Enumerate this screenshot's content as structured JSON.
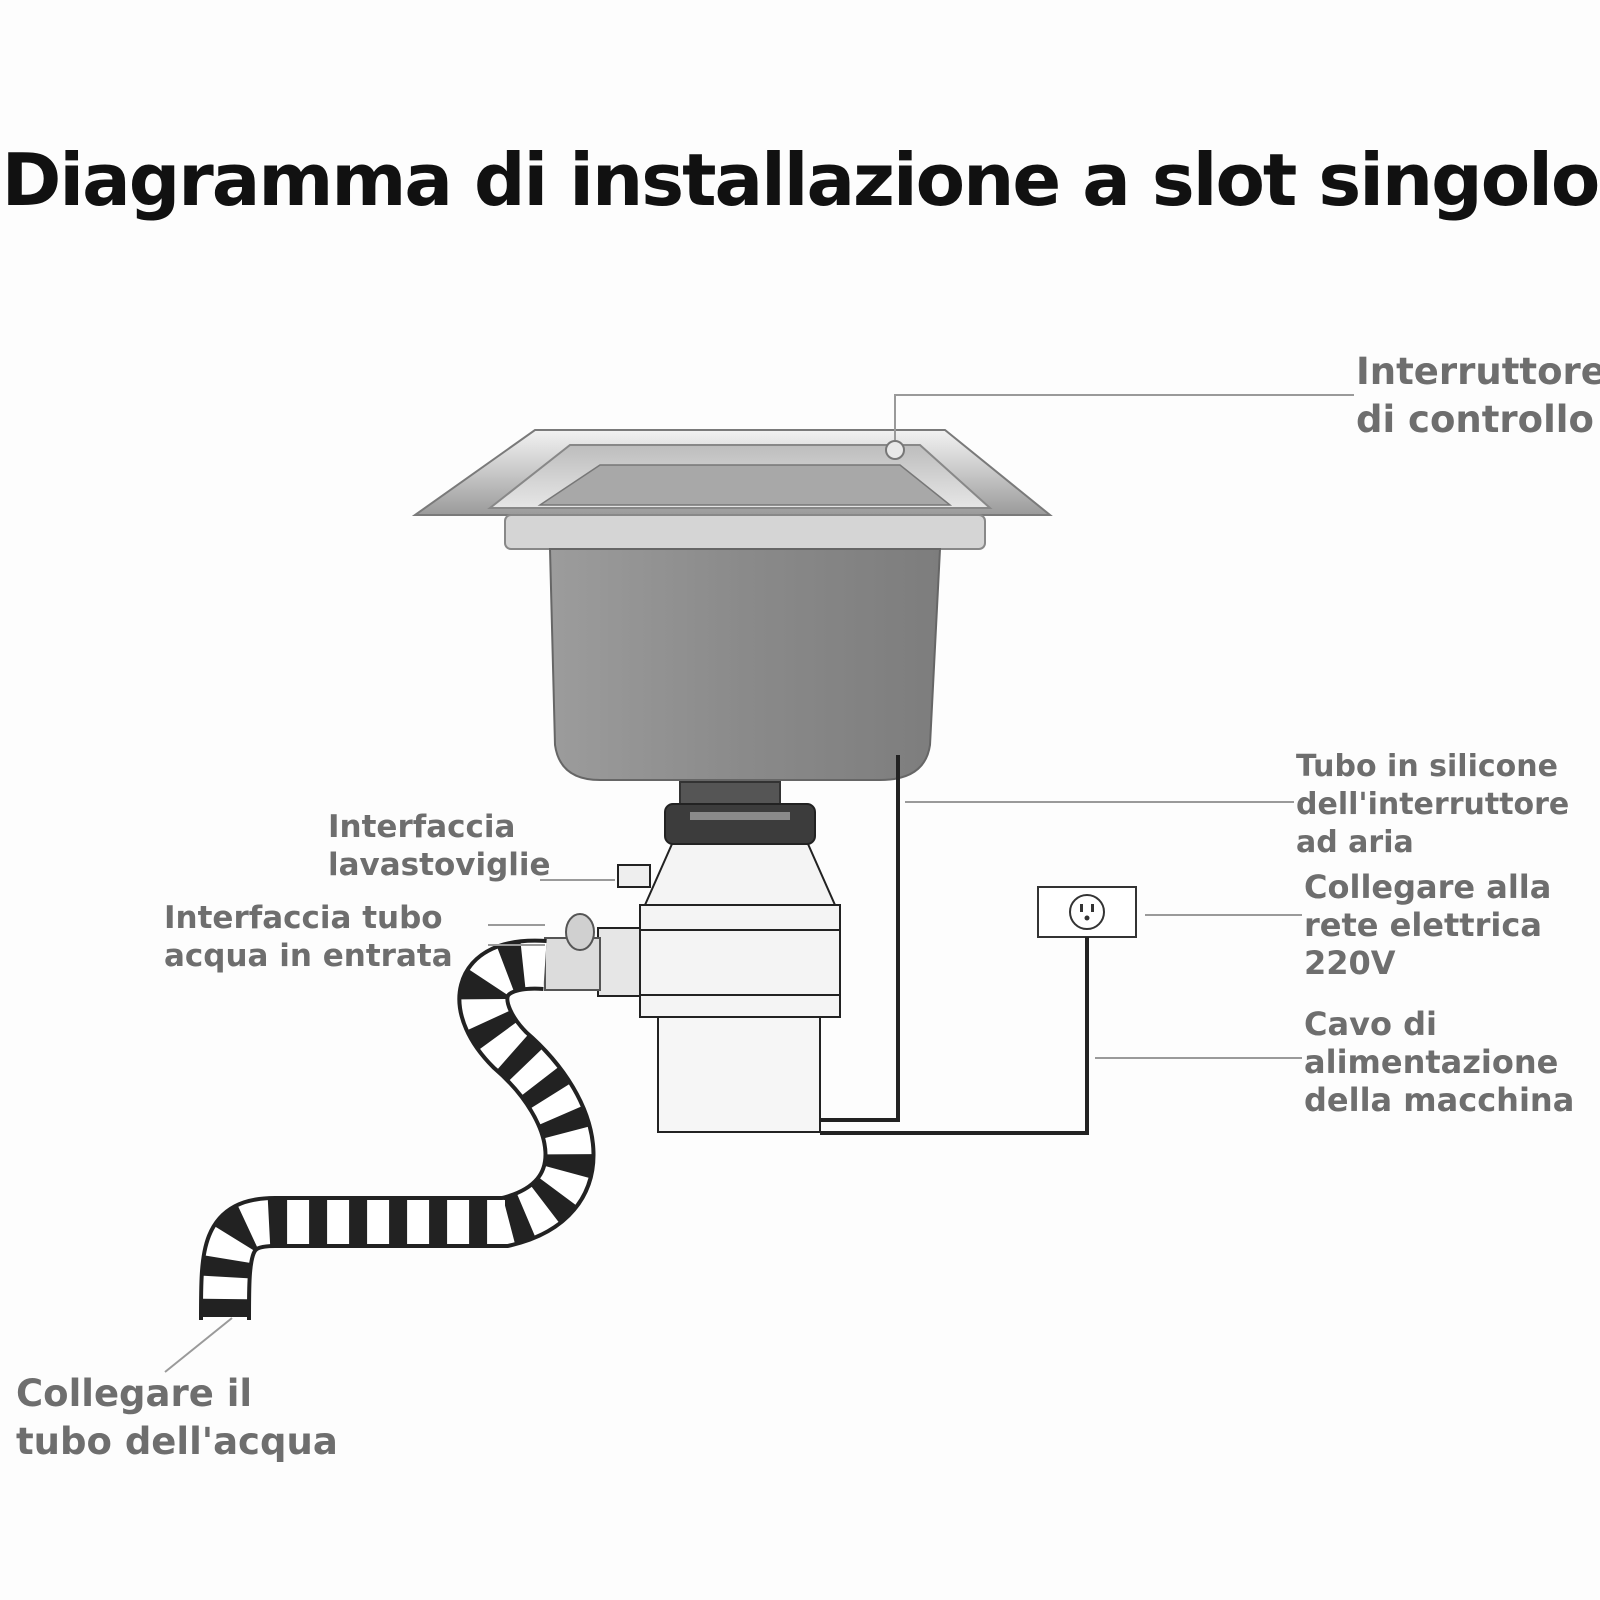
{
  "title": "Diagramma di installazione a slot singolo",
  "labels": {
    "control_switch": [
      "Interruttore",
      "di controllo"
    ],
    "silicone_tube": [
      "Tubo in silicone",
      "dell'interruttore",
      "ad aria"
    ],
    "power_outlet": [
      "Collegare alla",
      "rete elettrica",
      "220V"
    ],
    "power_cable": [
      "Cavo di",
      "alimentazione",
      "della macchina"
    ],
    "dishwasher_interface": [
      "Interfaccia",
      "lavastoviglie"
    ],
    "water_inlet_interface": [
      "Interfaccia tubo",
      "acqua in entrata"
    ],
    "connect_water_pipe": [
      "Collegare il",
      "tubo dell'acqua"
    ]
  },
  "colors": {
    "title": "#111111",
    "label": "#6e6e6e",
    "leader_line": "#9a9a9a",
    "steel_light": "#d9d9d9",
    "steel_dark": "#8c8c8c",
    "hose_band": "#2a2a2a"
  }
}
